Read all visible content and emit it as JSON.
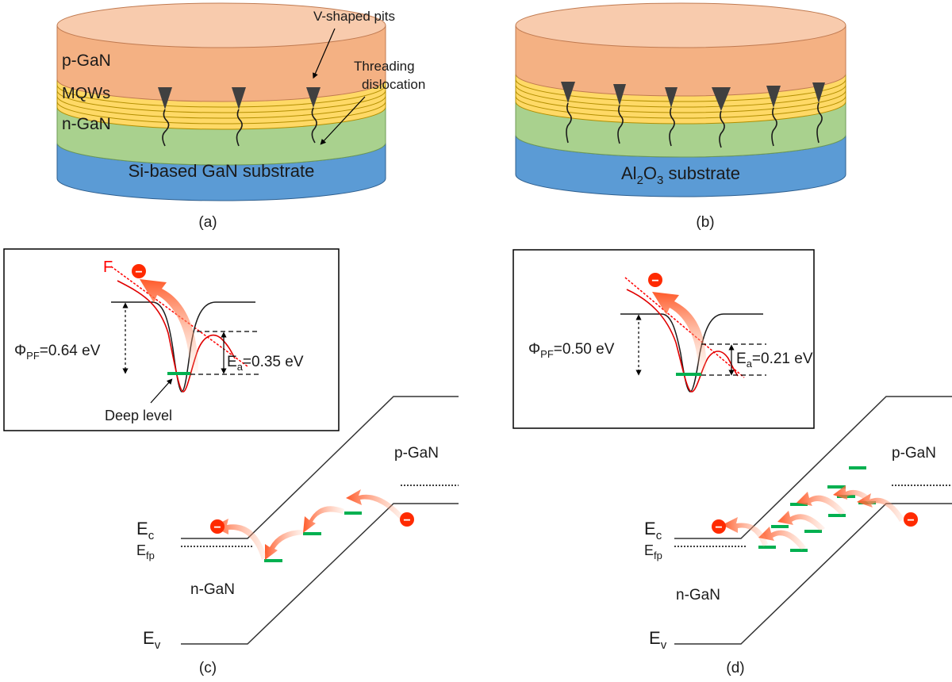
{
  "panel_a": {
    "caption": "(a)",
    "layers": {
      "p_gan": "p-GaN",
      "mqws": "MQWs",
      "n_gan": "n-GaN",
      "substrate": "Si-based GaN substrate"
    },
    "annotations": {
      "pits": "V-shaped pits",
      "dislocation_line1": "Threading",
      "dislocation_line2": "dislocation"
    }
  },
  "panel_b": {
    "caption": "(b)",
    "substrate_prefix": "Al",
    "substrate_sub1": "2",
    "substrate_mid": "O",
    "substrate_sub2": "3",
    "substrate_suffix": " substrate"
  },
  "panel_c": {
    "caption": "(c)",
    "inset": {
      "field_label": "F",
      "phi_symbol": "Φ",
      "phi_sub": "PF",
      "phi_value": "=0.64 eV",
      "ea_symbol": "E",
      "ea_sub": "a",
      "ea_value": "=0.35 eV",
      "deep_level": "Deep level"
    },
    "labels": {
      "ec": "E",
      "ec_sub": "c",
      "efp": "E",
      "efp_sub": "fp",
      "ev": "E",
      "ev_sub": "v",
      "n_region": "n-GaN",
      "p_region": "p-GaN"
    }
  },
  "panel_d": {
    "caption": "(d)",
    "inset": {
      "phi_symbol": "Φ",
      "phi_sub": "PF",
      "phi_value": "=0.50 eV",
      "ea_symbol": "E",
      "ea_sub": "a",
      "ea_value": "=0.21 eV"
    },
    "labels": {
      "ec": "E",
      "ec_sub": "c",
      "efp": "E",
      "efp_sub": "fp",
      "ev": "E",
      "ev_sub": "v",
      "n_region": "n-GaN",
      "p_region": "p-GaN"
    }
  },
  "electron_symbol": "−",
  "colors": {
    "p_gan": "#F4B183",
    "p_gan_top": "#F8CBAD",
    "mqw": "#FFD966",
    "n_gan": "#A9D18E",
    "substrate": "#5B9BD5",
    "trap": "#00B050",
    "electron": "#FF2A00",
    "arrow": "#FF7F50",
    "field": "#FF0000"
  }
}
